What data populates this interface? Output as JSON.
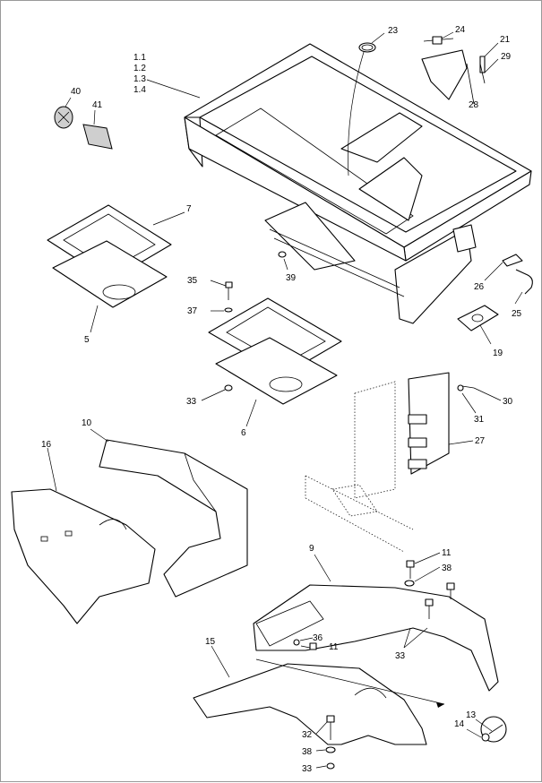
{
  "labels": {
    "l1_1": "1.1",
    "l1_2": "1.2",
    "l1_3": "1.3",
    "l1_4": "1.4",
    "l23": "23",
    "l24": "24",
    "l21": "21",
    "l29": "29",
    "l28": "28",
    "l40": "40",
    "l41": "41",
    "l7": "7",
    "l5": "5",
    "l39": "39",
    "l35": "35",
    "l37": "37",
    "l26": "26",
    "l25": "25",
    "l19": "19",
    "l33a": "33",
    "l6": "6",
    "l30": "30",
    "l31": "31",
    "l27": "27",
    "l10": "10",
    "l16": "16",
    "l9": "9",
    "l11a": "11",
    "l38a": "38",
    "l33b": "33",
    "l36": "36",
    "l11b": "11",
    "l15": "15",
    "l13": "13",
    "l14": "14",
    "l32": "32",
    "l38b": "38",
    "l33c": "33"
  }
}
